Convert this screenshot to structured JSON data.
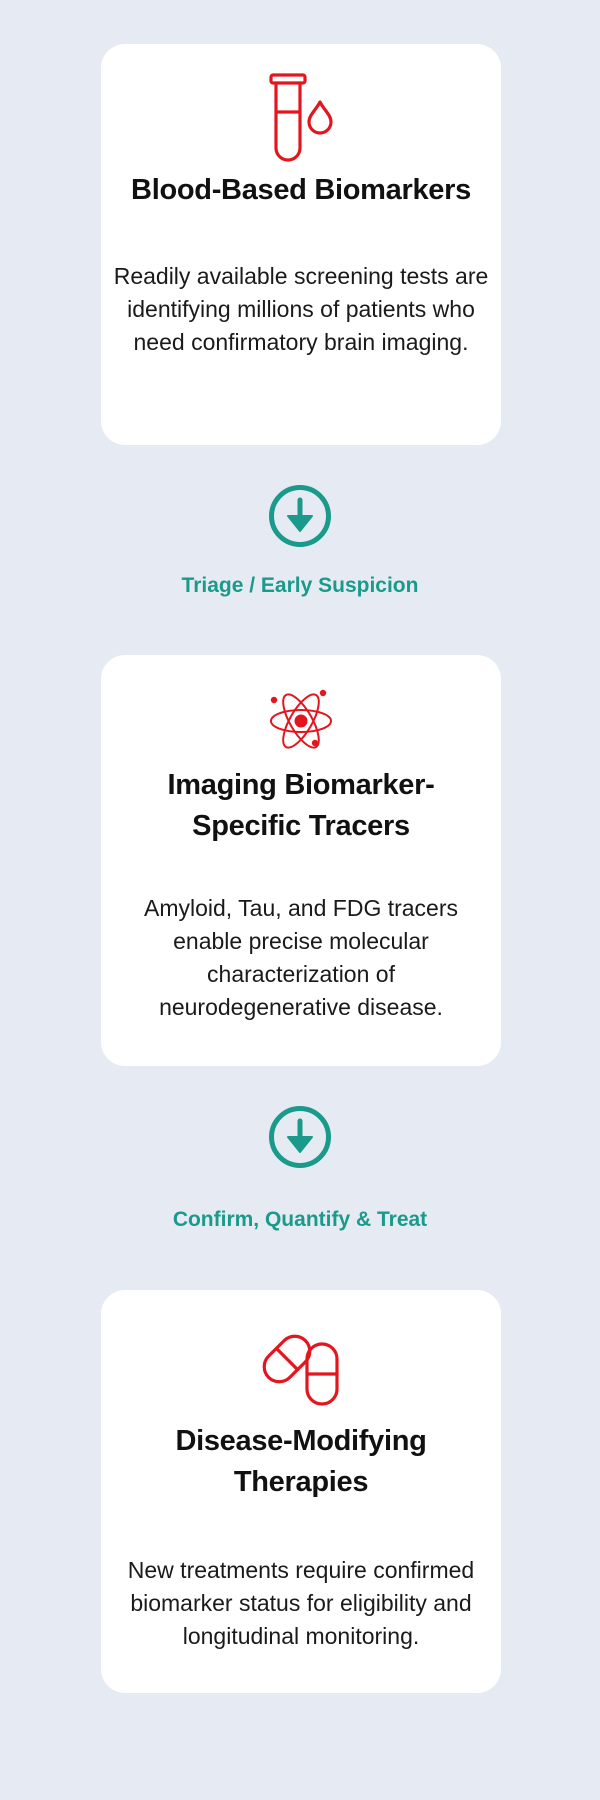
{
  "colors": {
    "background": "#e6ebf3",
    "card": "#ffffff",
    "accent_red": "#e3161e",
    "accent_teal": "#1a9a8b"
  },
  "cards": [
    {
      "icon": "test-tube-drop-icon",
      "title": "Blood-Based Biomarkers",
      "text": "Readily available screening tests are identifying millions of patients who need confirmatory brain imaging."
    },
    {
      "icon": "atom-icon",
      "title": "Imaging Biomarker-Specific Tracers",
      "text": "Amyloid, Tau, and FDG tracers enable precise molecular characterization of neurodegenerative disease."
    },
    {
      "icon": "capsule-pills-icon",
      "title": "Disease-Modifying Therapies",
      "text": "New treatments require confirmed biomarker status for eligibility and longitudinal monitoring."
    }
  ],
  "steps": [
    {
      "icon": "arrow-down-circle-icon",
      "label": "Triage / Early Suspicion"
    },
    {
      "icon": "arrow-down-circle-icon",
      "label": "Confirm, Quantify & Treat"
    }
  ]
}
